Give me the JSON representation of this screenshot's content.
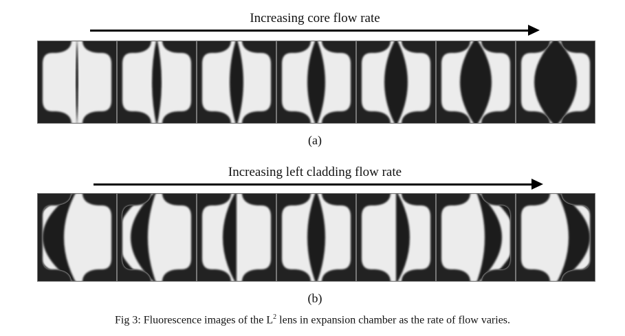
{
  "figure": {
    "panel_a": {
      "arrow_label": "Increasing core flow rate",
      "label": "(a)",
      "frames": 7
    },
    "panel_b": {
      "arrow_label": "Increasing left cladding flow rate",
      "label": "(b)",
      "frames": 7
    },
    "caption": {
      "prefix": "Fig 3: Fluorescence images of the L",
      "superscript": "2",
      "suffix": " lens in expansion chamber as the rate of flow varies."
    }
  }
}
